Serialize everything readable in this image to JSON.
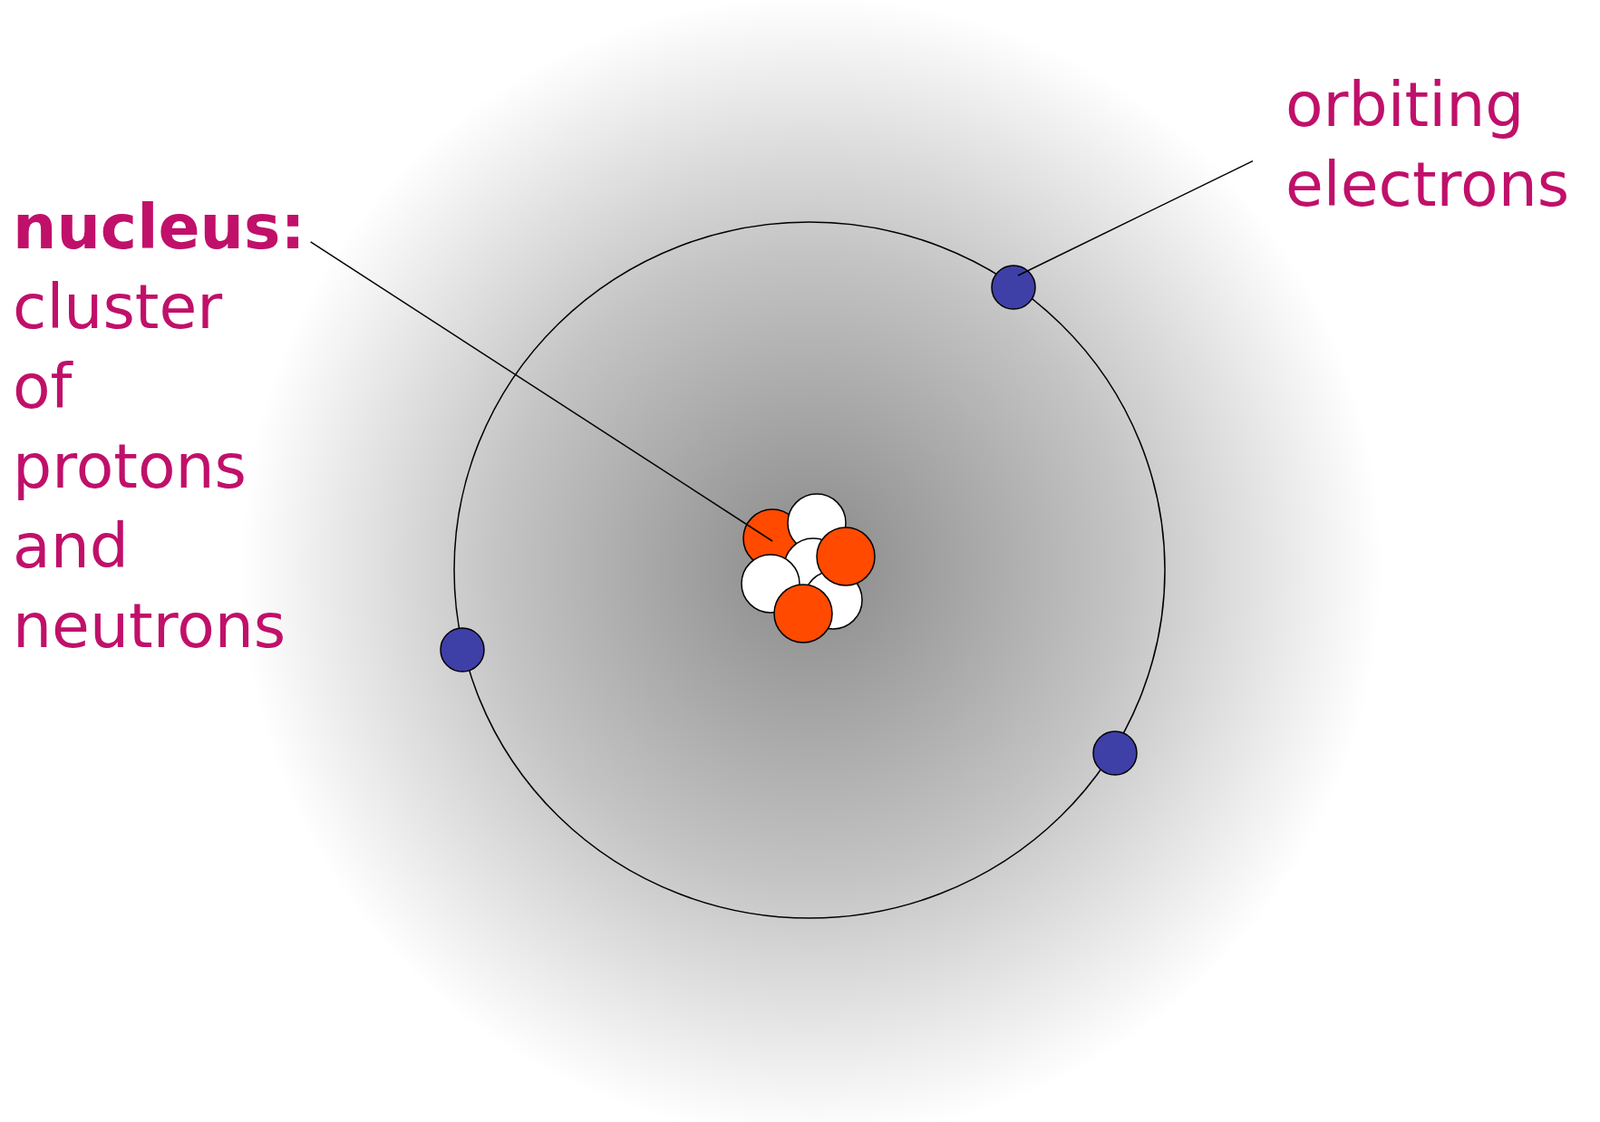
{
  "diagram": {
    "labels": [
      "nucleus:",
      "cluster of protons and neutrons",
      "orbiting electrons"
    ]
  }
}
